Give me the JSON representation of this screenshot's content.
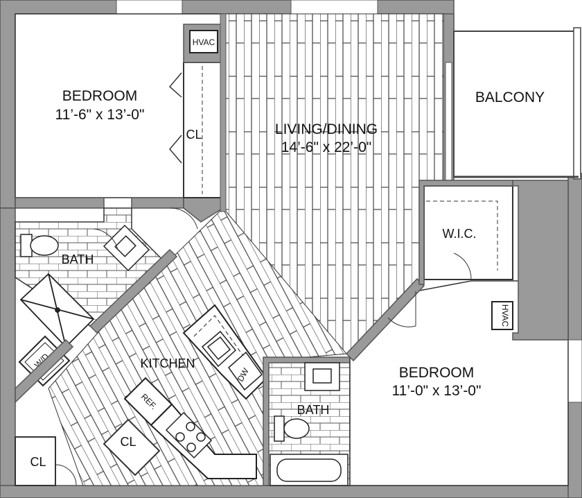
{
  "labels": {
    "bedroom1_name": "BEDROOM",
    "bedroom1_dims": "11’-6\" x 13’-0\"",
    "living_name": "LIVING/DINING",
    "living_dims": "14’-6\" x 22’-0\"",
    "balcony": "BALCONY",
    "wic": "W.I.C.",
    "bedroom2_name": "BEDROOM",
    "bedroom2_dims": "11’-0\" x 13’-0\"",
    "kitchen": "KITCHEN",
    "bath1": "BATH",
    "bath2": "BATH",
    "closet_bed1": "CL",
    "closet_kitchen": "CL",
    "closet_entry": "CL",
    "hvac_top": "HVAC",
    "hvac_right": "HVAC",
    "washer_dryer": "W/D",
    "dishwasher": "DW",
    "refrigerator": "REF."
  },
  "colors": {
    "wall": "#9a9a9a",
    "wall_outline": "#555555",
    "floor_line": "#333333",
    "fixture": "#222222",
    "background": "#ffffff"
  }
}
